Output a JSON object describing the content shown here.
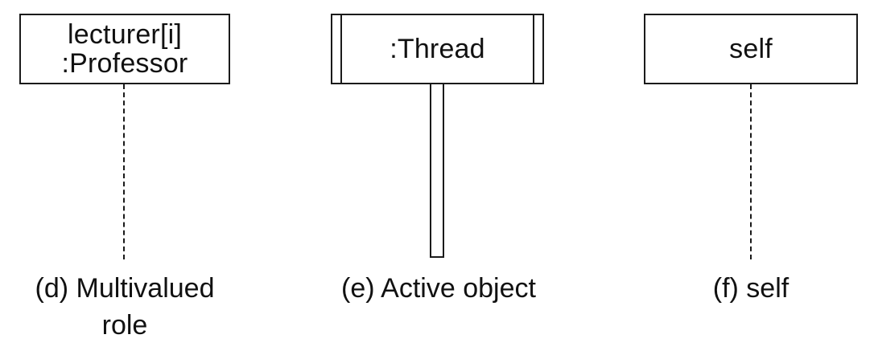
{
  "diagrams": {
    "multivalued": {
      "name_line_1": "lecturer[i]",
      "name_line_2": ":Professor",
      "caption_line_1": "(d) Multivalued",
      "caption_line_2": "role"
    },
    "active": {
      "name": ":Thread",
      "caption": "(e) Active object"
    },
    "self": {
      "name": "self",
      "caption": "(f) self"
    }
  }
}
